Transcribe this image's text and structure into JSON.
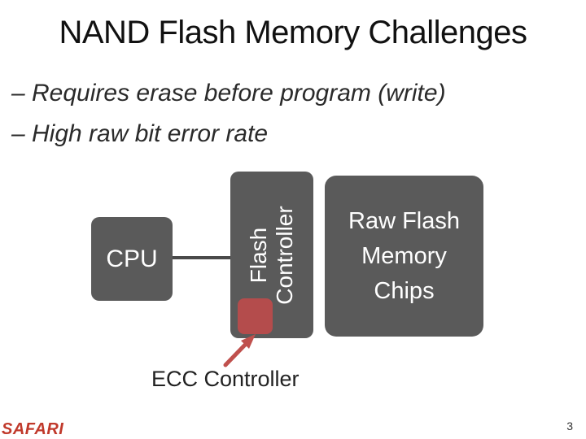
{
  "slide": {
    "title": "NAND Flash Memory Challenges",
    "bullets": [
      "– Requires erase before program (write)",
      "– High raw bit error rate"
    ],
    "page_number": "3"
  },
  "diagram": {
    "cpu": {
      "label": "CPU"
    },
    "flash_controller": {
      "line1": "Flash",
      "line2": "Controller"
    },
    "flash_chips": {
      "line1": "Raw Flash",
      "line2": "Memory",
      "line3": "Chips"
    },
    "ecc_controller": {
      "label": "ECC Controller"
    }
  },
  "branding": {
    "logo_text": "SAFARI"
  },
  "colors": {
    "box_fill": "#5a5a5a",
    "ecc_fill": "#b44c4c",
    "arrow": "#c0504d",
    "logo": "#c0392b"
  }
}
